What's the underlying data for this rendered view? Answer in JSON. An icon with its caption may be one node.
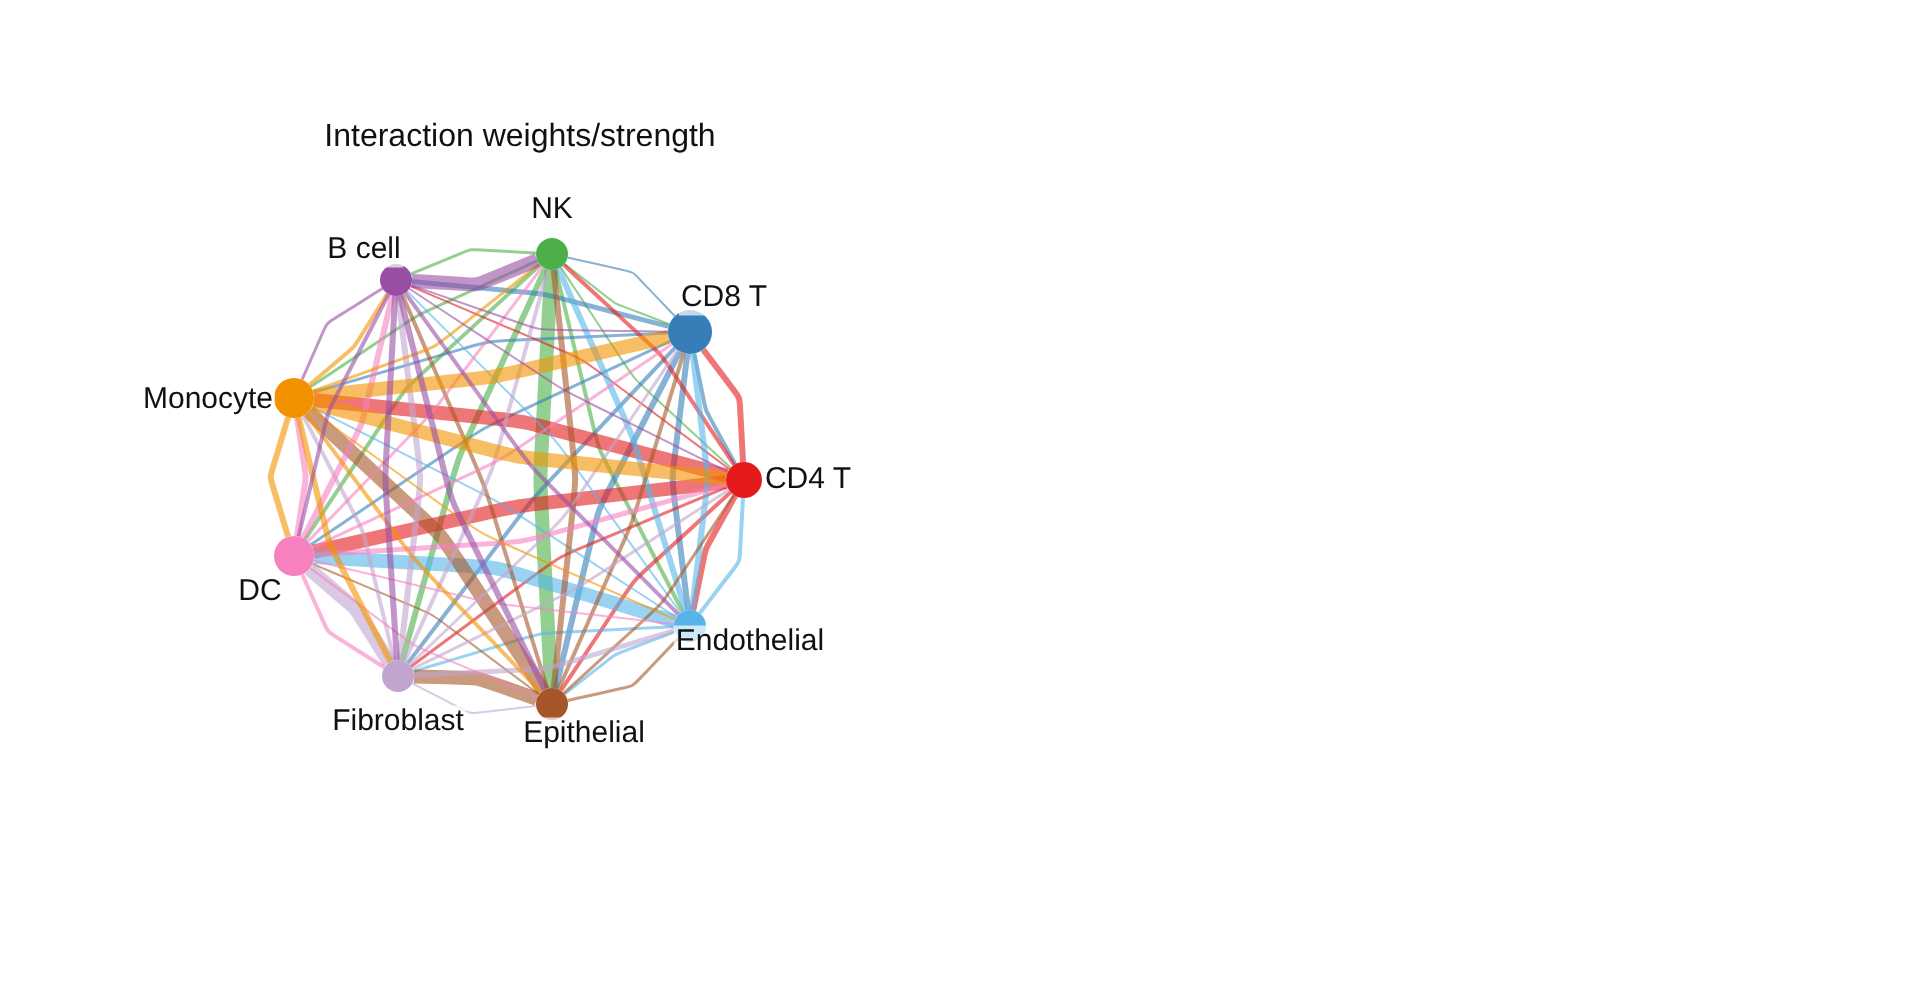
{
  "diagram": {
    "title": "Interaction weights/strength",
    "nodes": [
      {
        "text": [
          "NK"
        ]
      },
      {
        "text": [
          "CD8 T"
        ]
      },
      {
        "text": [
          "CD4 T"
        ]
      },
      {
        "text": [
          "Endothelial"
        ]
      },
      {
        "text": [
          "Epithelial"
        ]
      },
      {
        "text": [
          "Fibroblast"
        ]
      },
      {
        "text": [
          "DC"
        ]
      },
      {
        "text": [
          "Monocyte"
        ]
      },
      {
        "text": [
          "B cell"
        ]
      }
    ],
    "edges": [
      {
        "from": 0,
        "to": 1,
        "arrow": "none",
        "color": "#4daf4a"
      },
      {
        "from": 0,
        "to": 2,
        "arrow": "none",
        "color": "#4daf4a"
      },
      {
        "from": 0,
        "to": 3,
        "arrow": "none",
        "color": "#4daf4a"
      },
      {
        "from": 0,
        "to": 4,
        "arrow": "none",
        "color": "#4daf4a",
        "style": "thick"
      },
      {
        "from": 0,
        "to": 5,
        "arrow": "none",
        "color": "#4daf4a"
      },
      {
        "from": 0,
        "to": 6,
        "arrow": "none",
        "color": "#4daf4a"
      },
      {
        "from": 0,
        "to": 7,
        "arrow": "none",
        "color": "#4daf4a"
      },
      {
        "from": 0,
        "to": 8,
        "arrow": "none",
        "color": "#4daf4a"
      },
      {
        "from": 1,
        "to": 0,
        "arrow": "none",
        "color": "#377eb8"
      },
      {
        "from": 1,
        "to": 2,
        "arrow": "none",
        "color": "#377eb8"
      },
      {
        "from": 1,
        "to": 3,
        "arrow": "none",
        "color": "#377eb8"
      },
      {
        "from": 1,
        "to": 4,
        "arrow": "none",
        "color": "#377eb8"
      },
      {
        "from": 1,
        "to": 5,
        "arrow": "none",
        "color": "#377eb8"
      },
      {
        "from": 1,
        "to": 6,
        "arrow": "none",
        "color": "#377eb8"
      },
      {
        "from": 1,
        "to": 7,
        "arrow": "none",
        "color": "#377eb8"
      },
      {
        "from": 1,
        "to": 8,
        "arrow": "none",
        "color": "#377eb8"
      },
      {
        "from": 2,
        "to": 0,
        "arrow": "none",
        "color": "#e41a1c"
      },
      {
        "from": 2,
        "to": 1,
        "arrow": "none",
        "color": "#e41a1c"
      },
      {
        "from": 2,
        "to": 3,
        "arrow": "none",
        "color": "#e41a1c"
      },
      {
        "from": 2,
        "to": 4,
        "arrow": "none",
        "color": "#e41a1c"
      },
      {
        "from": 2,
        "to": 5,
        "arrow": "none",
        "color": "#e41a1c"
      },
      {
        "from": 2,
        "to": 6,
        "arrow": "none",
        "color": "#e41a1c",
        "style": "thick"
      },
      {
        "from": 2,
        "to": 7,
        "arrow": "none",
        "color": "#e41a1c",
        "style": "thick"
      },
      {
        "from": 2,
        "to": 8,
        "arrow": "none",
        "color": "#e41a1c"
      },
      {
        "from": 3,
        "to": 0,
        "arrow": "none",
        "color": "#56b4e9"
      },
      {
        "from": 3,
        "to": 1,
        "arrow": "none",
        "color": "#56b4e9"
      },
      {
        "from": 3,
        "to": 2,
        "arrow": "none",
        "color": "#56b4e9"
      },
      {
        "from": 3,
        "to": 4,
        "arrow": "none",
        "color": "#56b4e9"
      },
      {
        "from": 3,
        "to": 5,
        "arrow": "none",
        "color": "#56b4e9"
      },
      {
        "from": 3,
        "to": 6,
        "arrow": "none",
        "color": "#56b4e9",
        "style": "thick"
      },
      {
        "from": 3,
        "to": 7,
        "arrow": "none",
        "color": "#56b4e9"
      },
      {
        "from": 3,
        "to": 8,
        "arrow": "none",
        "color": "#56b4e9"
      },
      {
        "from": 4,
        "to": 0,
        "arrow": "none",
        "color": "#a65628"
      },
      {
        "from": 4,
        "to": 1,
        "arrow": "none",
        "color": "#a65628"
      },
      {
        "from": 4,
        "to": 2,
        "arrow": "none",
        "color": "#a65628"
      },
      {
        "from": 4,
        "to": 3,
        "arrow": "none",
        "color": "#a65628"
      },
      {
        "from": 4,
        "to": 5,
        "arrow": "none",
        "color": "#a65628",
        "style": "thick"
      },
      {
        "from": 4,
        "to": 6,
        "arrow": "none",
        "color": "#a65628"
      },
      {
        "from": 4,
        "to": 7,
        "arrow": "none",
        "color": "#a65628",
        "style": "thick"
      },
      {
        "from": 4,
        "to": 8,
        "arrow": "none",
        "color": "#a65628"
      },
      {
        "from": 5,
        "to": 0,
        "arrow": "none",
        "color": "#c2a5cf"
      },
      {
        "from": 5,
        "to": 1,
        "arrow": "none",
        "color": "#c2a5cf"
      },
      {
        "from": 5,
        "to": 2,
        "arrow": "none",
        "color": "#c2a5cf"
      },
      {
        "from": 5,
        "to": 3,
        "arrow": "none",
        "color": "#c2a5cf"
      },
      {
        "from": 5,
        "to": 4,
        "arrow": "none",
        "color": "#c2a5cf"
      },
      {
        "from": 5,
        "to": 6,
        "arrow": "none",
        "color": "#c2a5cf",
        "style": "thick"
      },
      {
        "from": 5,
        "to": 7,
        "arrow": "none",
        "color": "#c2a5cf"
      },
      {
        "from": 5,
        "to": 8,
        "arrow": "none",
        "color": "#c2a5cf"
      },
      {
        "from": 6,
        "to": 0,
        "arrow": "none",
        "color": "#f781bf"
      },
      {
        "from": 6,
        "to": 1,
        "arrow": "none",
        "color": "#f781bf"
      },
      {
        "from": 6,
        "to": 2,
        "arrow": "none",
        "color": "#f781bf"
      },
      {
        "from": 6,
        "to": 3,
        "arrow": "none",
        "color": "#f781bf"
      },
      {
        "from": 6,
        "to": 4,
        "arrow": "none",
        "color": "#f781bf"
      },
      {
        "from": 6,
        "to": 5,
        "arrow": "none",
        "color": "#f781bf"
      },
      {
        "from": 6,
        "to": 7,
        "arrow": "none",
        "color": "#f781bf"
      },
      {
        "from": 6,
        "to": 8,
        "arrow": "none",
        "color": "#f781bf"
      },
      {
        "from": 7,
        "to": 0,
        "arrow": "none",
        "color": "#f39200"
      },
      {
        "from": 7,
        "to": 1,
        "arrow": "none",
        "color": "#f39200",
        "style": "thick"
      },
      {
        "from": 7,
        "to": 2,
        "arrow": "none",
        "color": "#f39200",
        "style": "thick"
      },
      {
        "from": 7,
        "to": 3,
        "arrow": "none",
        "color": "#f39200"
      },
      {
        "from": 7,
        "to": 4,
        "arrow": "none",
        "color": "#f39200"
      },
      {
        "from": 7,
        "to": 5,
        "arrow": "none",
        "color": "#f39200"
      },
      {
        "from": 7,
        "to": 6,
        "arrow": "none",
        "color": "#f39200"
      },
      {
        "from": 7,
        "to": 8,
        "arrow": "none",
        "color": "#f39200"
      },
      {
        "from": 8,
        "to": 0,
        "arrow": "none",
        "color": "#984ea3",
        "style": "thick"
      },
      {
        "from": 8,
        "to": 1,
        "arrow": "none",
        "color": "#984ea3"
      },
      {
        "from": 8,
        "to": 2,
        "arrow": "none",
        "color": "#984ea3"
      },
      {
        "from": 8,
        "to": 3,
        "arrow": "none",
        "color": "#984ea3"
      },
      {
        "from": 8,
        "to": 4,
        "arrow": "none",
        "color": "#984ea3"
      },
      {
        "from": 8,
        "to": 5,
        "arrow": "none",
        "color": "#984ea3"
      },
      {
        "from": 8,
        "to": 6,
        "arrow": "none",
        "color": "#984ea3"
      },
      {
        "from": 8,
        "to": 7,
        "arrow": "none",
        "color": "#984ea3"
      }
    ]
  }
}
